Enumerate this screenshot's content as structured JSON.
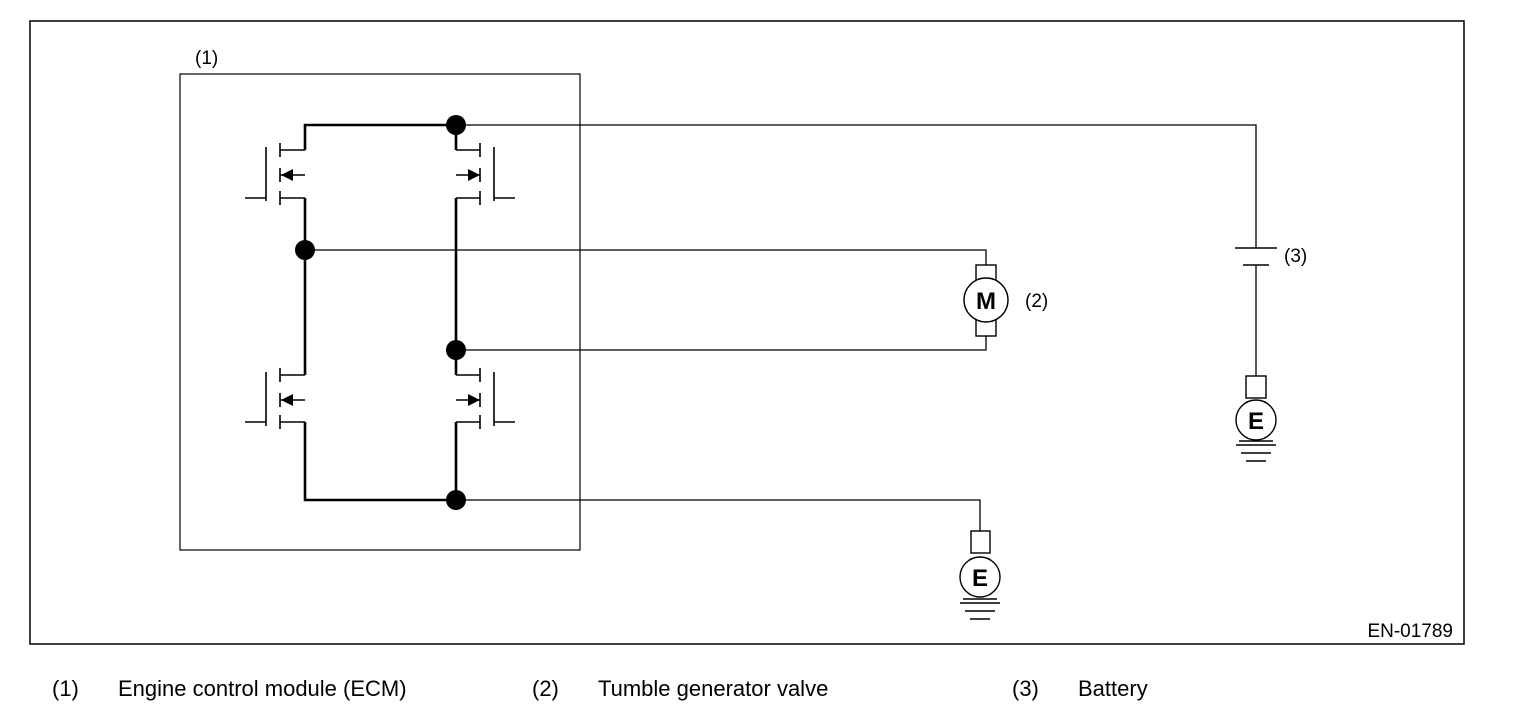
{
  "diagram": {
    "figure_id": "EN-01789",
    "callouts": {
      "ecm": "(1)",
      "valve": "(2)",
      "battery": "(3)"
    },
    "motor_letter": "M",
    "ground_letter": "E"
  },
  "legend": [
    {
      "num": "(1)",
      "label": "Engine control module (ECM)"
    },
    {
      "num": "(2)",
      "label": "Tumble generator valve"
    },
    {
      "num": "(3)",
      "label": "Battery"
    }
  ]
}
